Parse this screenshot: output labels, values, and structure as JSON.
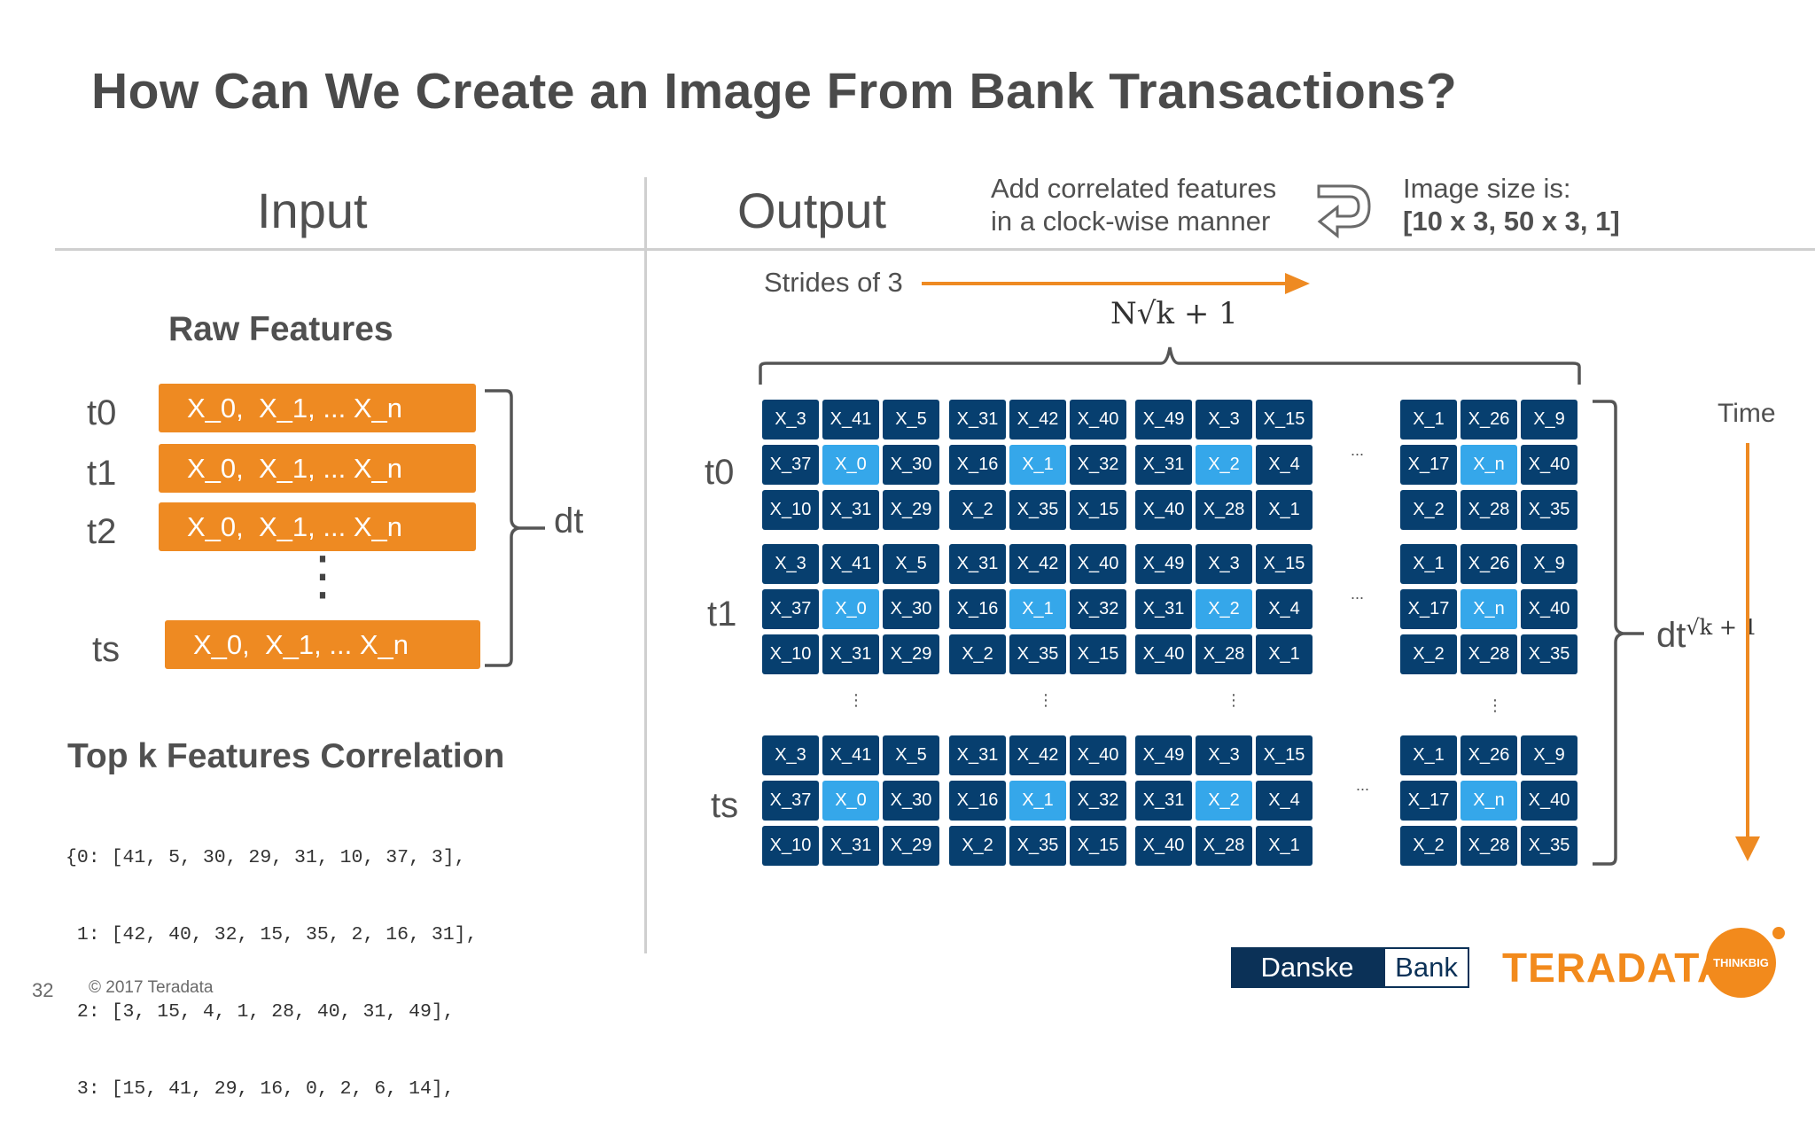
{
  "title": "How Can We Create an Image From Bank Transactions?",
  "input": {
    "heading": "Input",
    "raw_heading": "Raw Features",
    "rows": [
      {
        "label": "t0",
        "value": "X_0,  X_1, ... X_n"
      },
      {
        "label": "t1",
        "value": "X_0,  X_1, ... X_n"
      },
      {
        "label": "t2",
        "value": "X_0,  X_1, ... X_n"
      },
      {
        "label": "ts",
        "value": "X_0,  X_1, ... X_n"
      }
    ],
    "vdots": "⋮",
    "dt_label": "dt",
    "corr_heading": "Top k Features Correlation",
    "corr_lines": [
      "{0: [41, 5, 30, 29, 31, 10, 37, 3],",
      " 1: [42, 40, 32, 15, 35, 2, 16, 31],",
      " 2: [3, 15, 4, 1, 28, 40, 31, 49],",
      " 3: [15, 41, 29, 16, 0, 2, 6, 14],"
    ]
  },
  "output": {
    "heading": "Output",
    "note_line1": "Add correlated features",
    "note_line2": "in a clock-wise manner",
    "size_line1": "Image size is:",
    "size_line2": "[10 x 3, 50 x 3, 1]",
    "strides": "Strides of 3",
    "n_expr": "N√k + 1",
    "time_label": "Time",
    "dt_expr_prefix": "dt",
    "dt_expr_root": "√k + 1",
    "row_labels": [
      "t0",
      "t1",
      "ts"
    ],
    "hdots": "...",
    "vdots": "⋮",
    "blocks": [
      [
        [
          "X_3",
          "X_41",
          "X_5"
        ],
        [
          "X_37",
          "X_0",
          "X_30"
        ],
        [
          "X_10",
          "X_31",
          "X_29"
        ]
      ],
      [
        [
          "X_31",
          "X_42",
          "X_40"
        ],
        [
          "X_16",
          "X_1",
          "X_32"
        ],
        [
          "X_2",
          "X_35",
          "X_15"
        ]
      ],
      [
        [
          "X_49",
          "X_3",
          "X_15"
        ],
        [
          "X_31",
          "X_2",
          "X_4"
        ],
        [
          "X_40",
          "X_28",
          "X_1"
        ]
      ],
      [
        [
          "X_1",
          "X_26",
          "X_9"
        ],
        [
          "X_17",
          "X_n",
          "X_40"
        ],
        [
          "X_2",
          "X_28",
          "X_35"
        ]
      ]
    ]
  },
  "footer": {
    "page": "32",
    "copyright": "© 2017 Teradata",
    "logo_danske_1": "Danske",
    "logo_danske_2": "Bank",
    "logo_teradata": "TERADATA.",
    "logo_thinkbig": "THINKBIG"
  },
  "colors": {
    "orange": "#ee8a22",
    "navy_cell": "#073f6f",
    "highlight_cell": "#35a7ea",
    "text_gray": "#4a4a4a"
  }
}
